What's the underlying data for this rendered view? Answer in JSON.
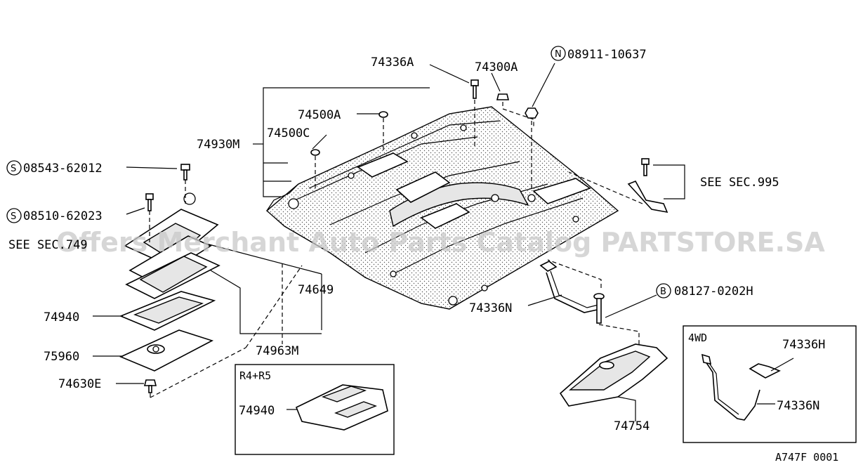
{
  "watermark": "Offers Merchant Auto Parts Catalog PARTSTORE.SA",
  "diagram_code": "A747F 0001",
  "labels": {
    "p74336A": "74336A",
    "p74300A": "74300A",
    "n_code": "N",
    "n_part": "08911-10637",
    "p74500A": "74500A",
    "p74500C": "74500C",
    "p74930M": "74930M",
    "s1_code": "S",
    "s1_part": "08543-62012",
    "s2_code": "S",
    "s2_part": "08510-62023",
    "see749": "SEE SEC.749",
    "see995": "SEE SEC.995",
    "p74649": "74649",
    "p74940": "74940",
    "p75960": "75960",
    "p74630E": "74630E",
    "p74963M": "74963M",
    "p74336N": "74336N",
    "b_code": "B",
    "b_part": "08127-0202H",
    "p74754": "74754"
  },
  "inset_r4r5": {
    "title": "R4+R5",
    "part": "74940"
  },
  "inset_4wd": {
    "title": "4WD",
    "part_h": "74336H",
    "part_n": "74336N"
  }
}
